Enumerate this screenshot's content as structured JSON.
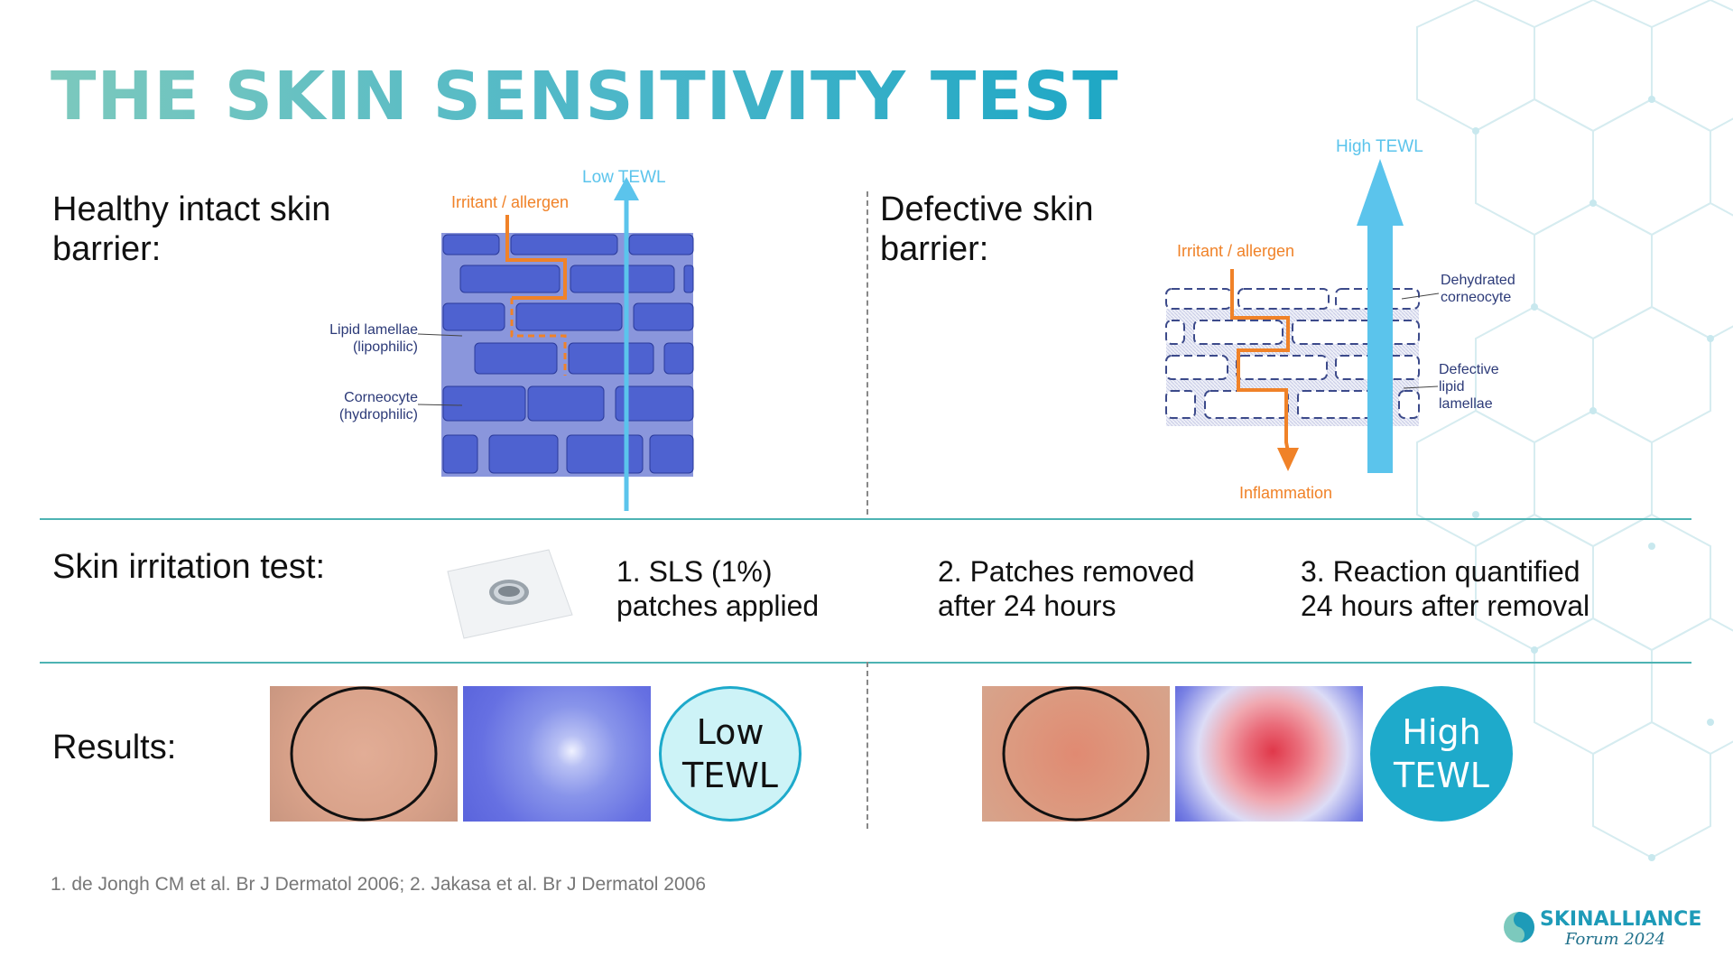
{
  "title": "THE SKIN SENSITIVITY TEST",
  "healthy": {
    "heading_line1": "Healthy intact skin",
    "heading_line2": "barrier:",
    "irritant_label": "Irritant / allergen",
    "tewl_label": "Low TEWL",
    "lipid_label_line1": "Lipid lamellae",
    "lipid_label_line2": "(lipophilic)",
    "corneocyte_label_line1": "Corneocyte",
    "corneocyte_label_line2": "(hydrophilic)"
  },
  "defective": {
    "heading_line1": "Defective skin",
    "heading_line2": "barrier:",
    "irritant_label": "Irritant / allergen",
    "tewl_label": "High TEWL",
    "dehydrated_line1": "Dehydrated",
    "dehydrated_line2": "corneocyte",
    "defective_line1": "Defective",
    "defective_line2": "lipid",
    "defective_line3": "lamellae",
    "inflammation_label": "Inflammation"
  },
  "irritation": {
    "label": "Skin irritation test:",
    "step1_line1": "1. SLS (1%)",
    "step1_line2": "patches applied",
    "step2_line1": "2. Patches removed",
    "step2_line2": "after 24 hours",
    "step3_line1": "3. Reaction quantified",
    "step3_line2": "24 hours after removal"
  },
  "results": {
    "label": "Results:",
    "low_line1": "Low",
    "low_line2": "TEWL",
    "high_line1": "High",
    "high_line2": "TEWL"
  },
  "footnote": "1. de Jongh CM et al. Br J Dermatol 2006; 2. Jakasa et al. Br J Dermatol 2006",
  "logo": {
    "brand": "SKINALLIANCE",
    "sub": "Forum 2024"
  },
  "colors": {
    "teal_accent": "#4db3b3",
    "brick_blue": "#4e62d0",
    "mortar_blue": "#8a96dc",
    "tewl_arrow": "#5bc4ec",
    "irritant_orange": "#f08228",
    "label_navy": "#2c3a78",
    "low_badge_fill": "#cdf3f7",
    "high_badge_fill": "#1eaacb"
  }
}
